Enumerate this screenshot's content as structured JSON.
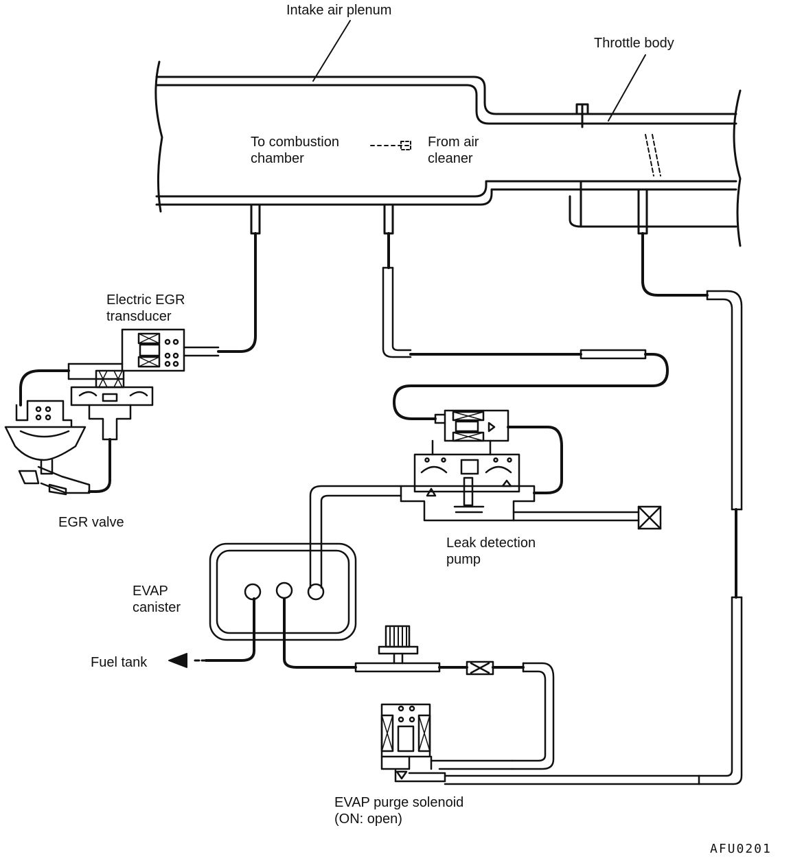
{
  "labels": {
    "intake_air_plenum": "Intake air plenum",
    "throttle_body": "Throttle body",
    "to_combustion_line1": "To combustion",
    "to_combustion_line2": "chamber",
    "from_air_line1": "From air",
    "from_air_line2": "cleaner",
    "egr_transducer_line1": "Electric EGR",
    "egr_transducer_line2": "transducer",
    "egr_valve": "EGR valve",
    "leak_pump_line1": "Leak detection",
    "leak_pump_line2": "pump",
    "evap_canister_line1": "EVAP",
    "evap_canister_line2": "canister",
    "fuel_tank": "Fuel tank",
    "purge_solenoid_line1": "EVAP purge solenoid",
    "purge_solenoid_line2": "(ON: open)"
  },
  "figure_code": "AFU0201"
}
